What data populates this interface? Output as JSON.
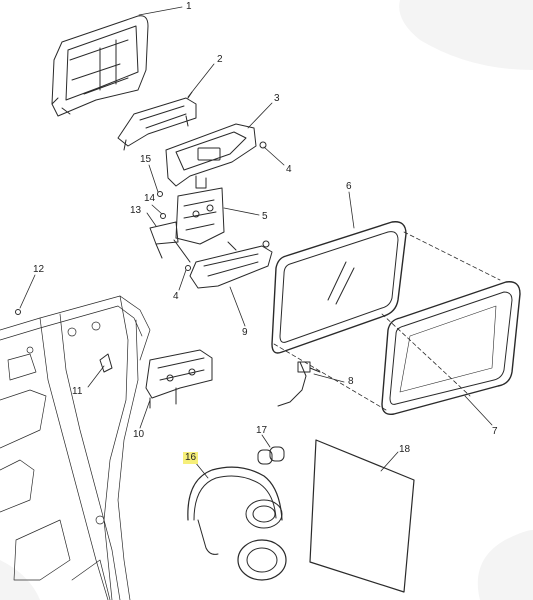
{
  "diagram": {
    "callouts": [
      {
        "id": "c1",
        "label": "1"
      },
      {
        "id": "c2",
        "label": "2"
      },
      {
        "id": "c3",
        "label": "3"
      },
      {
        "id": "c4a",
        "label": "4"
      },
      {
        "id": "c5",
        "label": "5"
      },
      {
        "id": "c6",
        "label": "6"
      },
      {
        "id": "c7",
        "label": "7"
      },
      {
        "id": "c8",
        "label": "8"
      },
      {
        "id": "c9",
        "label": "9"
      },
      {
        "id": "c10",
        "label": "10"
      },
      {
        "id": "c11",
        "label": "11"
      },
      {
        "id": "c12",
        "label": "12"
      },
      {
        "id": "c13",
        "label": "13"
      },
      {
        "id": "c14",
        "label": "14"
      },
      {
        "id": "c15",
        "label": "15"
      },
      {
        "id": "c4b",
        "label": "4"
      },
      {
        "id": "c16",
        "label": "16",
        "highlighted": true
      },
      {
        "id": "c17",
        "label": "17"
      },
      {
        "id": "c18",
        "label": "18"
      }
    ],
    "colors": {
      "line": "#2a2a2a",
      "label": "#222222",
      "highlight": "#f6ef7a",
      "background": "#ffffff"
    }
  }
}
